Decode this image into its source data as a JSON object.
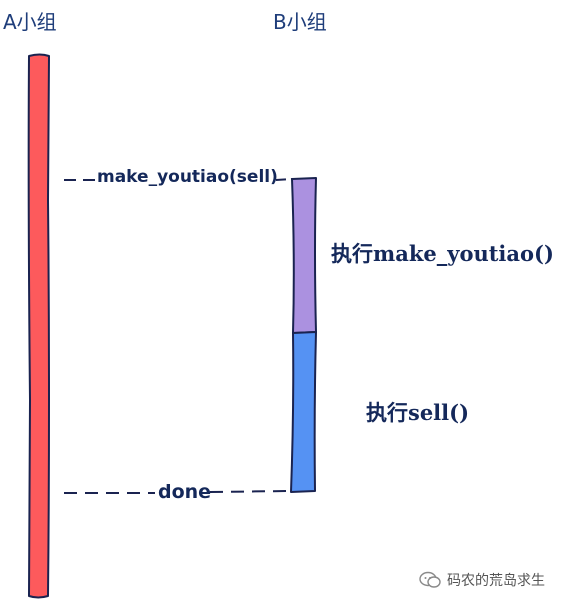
{
  "diagram": {
    "group_a_title": "A小组",
    "group_b_title": "B小组",
    "call_label": "make_youtiao(sell)",
    "return_label": "done",
    "task1_label": "执行make_youtiao()",
    "task2_label": "执行sell()"
  },
  "colors": {
    "group_a_bar": "#fd5a5c",
    "task1_bar": "#ab91e0",
    "task2_bar": "#5592f3",
    "outline": "#1a2350"
  },
  "watermark": {
    "text": "码农的荒岛求生",
    "icon": "wechat-icon"
  }
}
